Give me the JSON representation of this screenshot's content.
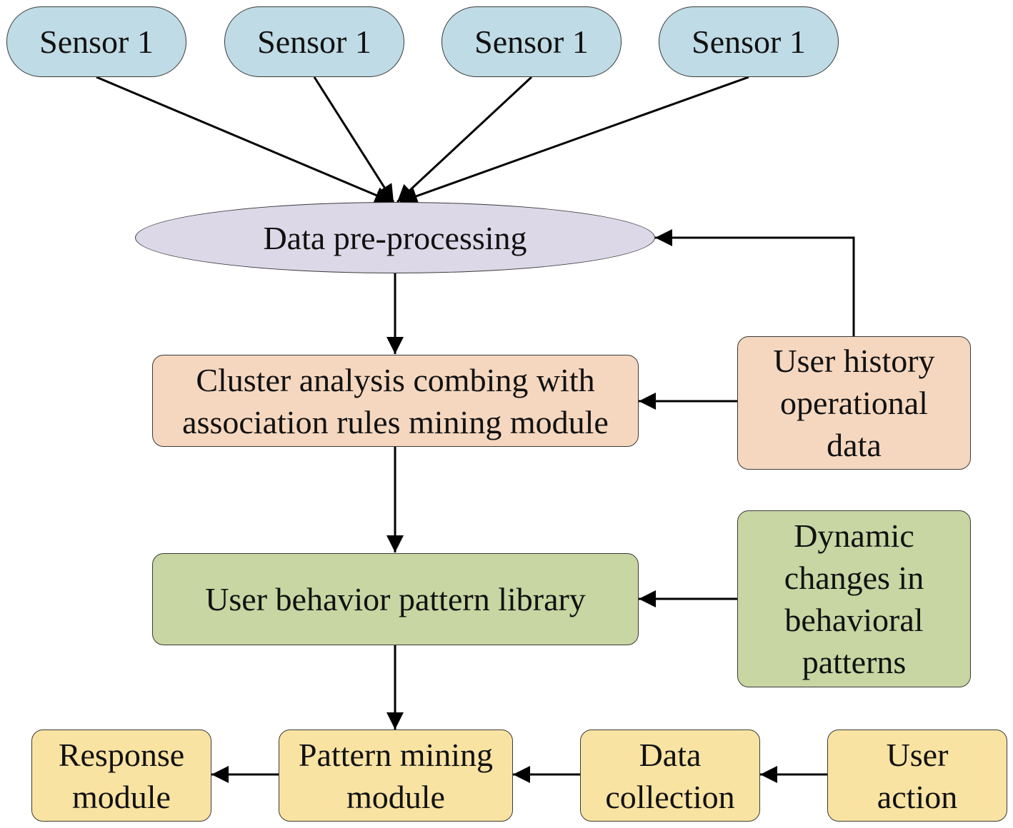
{
  "nodes": {
    "sensor_1": "Sensor 1",
    "sensor_2": "Sensor 1",
    "sensor_3": "Sensor 1",
    "sensor_4": "Sensor 1",
    "preprocessing": "Data pre-processing",
    "cluster_analysis": {
      "line1": "Cluster analysis combing with",
      "line2": "association rules mining module"
    },
    "user_history": {
      "line1": "User history",
      "line2": "operational",
      "line3": "data"
    },
    "pattern_library": "User behavior pattern library",
    "dynamic_changes": {
      "line1": "Dynamic",
      "line2": "changes in",
      "line3": "behavioral",
      "line4": "patterns"
    },
    "response_module": {
      "line1": "Response",
      "line2": "module"
    },
    "pattern_mining": {
      "line1": "Pattern mining",
      "line2": "module"
    },
    "data_collection": {
      "line1": "Data",
      "line2": "collection"
    },
    "user_action": {
      "line1": "User",
      "line2": "action"
    }
  },
  "colors": {
    "sensor_fill": "#bfdbe5",
    "preprocessing_fill": "#dcd8e8",
    "peach_fill": "#f5d7bf",
    "green_fill": "#c7d6a2",
    "yellow_fill": "#f9e3a2",
    "edge": "#000000"
  }
}
